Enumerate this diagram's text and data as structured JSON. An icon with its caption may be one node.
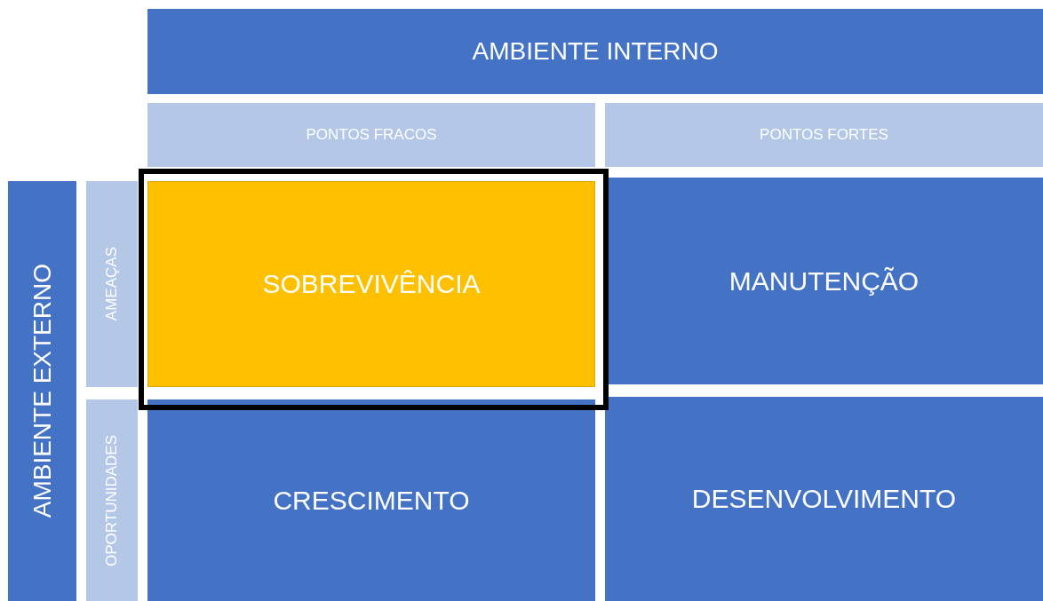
{
  "diagram": {
    "nodes": [
      {
        "text": [
          "AMBIENTE INTERNO"
        ]
      },
      {
        "text": [
          "PONTOS FRACOS"
        ]
      },
      {
        "text": [
          "PONTOS FORTES"
        ]
      },
      {
        "text": [
          "AMBIENTE EXTERNO"
        ]
      },
      {
        "text": [
          "AMEAÇAS"
        ]
      },
      {
        "text": [
          "OPORTUNIDADES"
        ]
      },
      {
        "text": [
          "SOBREVIVÊNCIA"
        ]
      },
      {
        "text": [
          "MANUTENÇÃO"
        ]
      },
      {
        "text": [
          "CRESCIMENTO"
        ]
      },
      {
        "text": [
          "DESENVOLVIMENTO"
        ]
      }
    ]
  }
}
